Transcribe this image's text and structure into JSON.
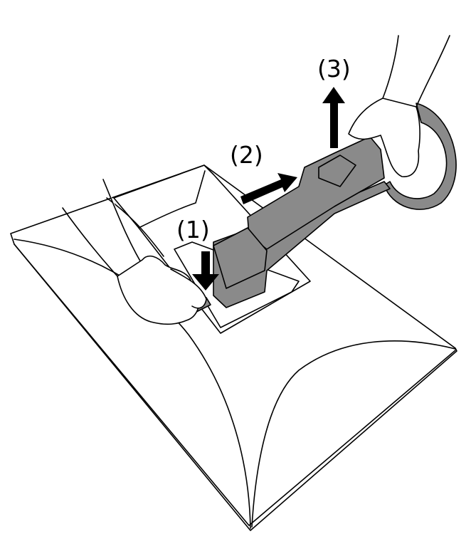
{
  "steps": [
    {
      "label": "(1)"
    },
    {
      "label": "(2)"
    },
    {
      "label": "(3)"
    }
  ],
  "colors": {
    "line": "#000000",
    "stand": "#8a8a8a",
    "background": "#ffffff",
    "arrow": "#000000"
  },
  "icons": [
    "down-arrow-icon",
    "right-arrow-icon",
    "up-arrow-icon"
  ]
}
